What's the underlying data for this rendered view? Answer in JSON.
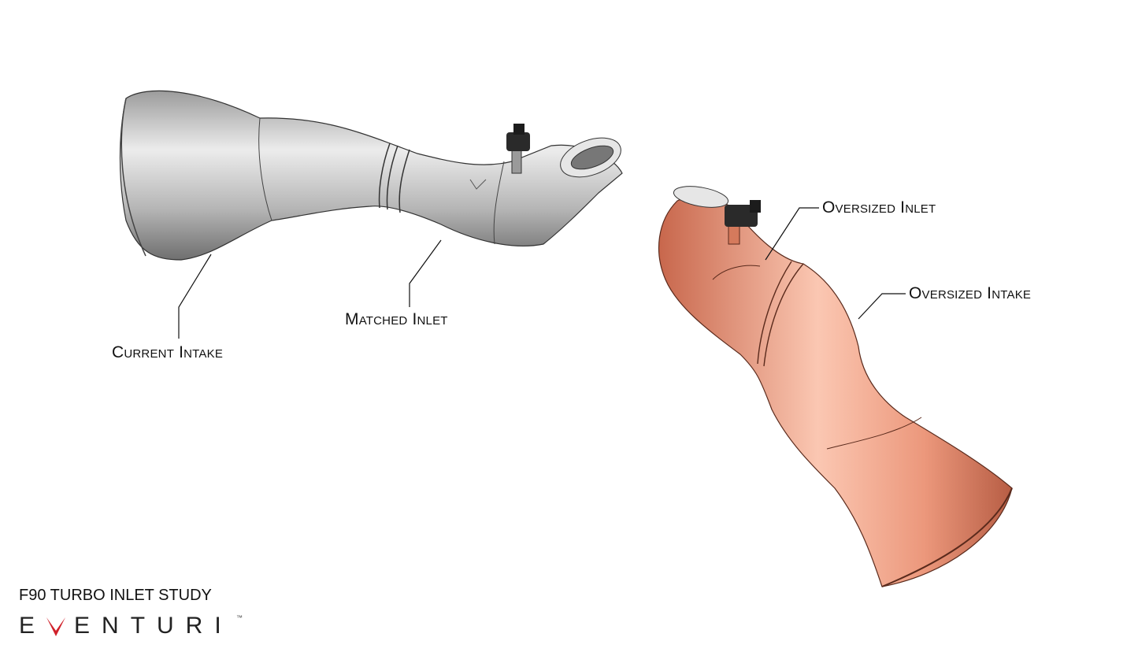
{
  "labels": {
    "current_intake": "Current Intake",
    "matched_inlet": "Matched Inlet",
    "oversized_inlet": "Oversized Inlet",
    "oversized_intake": "Oversized Intake"
  },
  "study_title": "F90 TURBO INLET STUDY",
  "brand": {
    "name": "EVENTURI",
    "trademark": "™"
  },
  "colors": {
    "stock_part": "#b8b8b8",
    "oversized_part": "#e99478",
    "brand_accent": "#d0202a"
  }
}
